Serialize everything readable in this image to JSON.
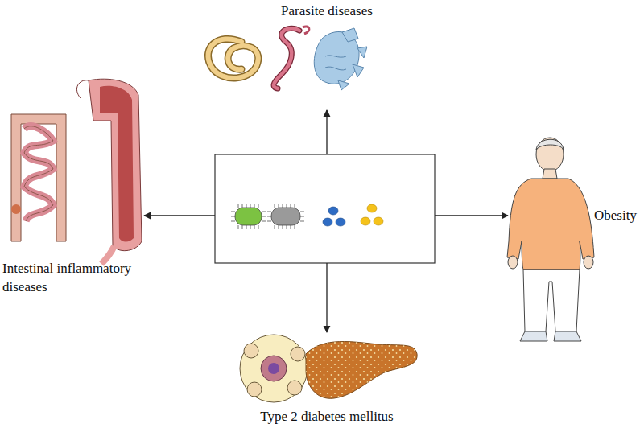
{
  "diagram": {
    "labels": [
      "Parasite diseases",
      "Obesity",
      "Intestinal inflammatory diseases",
      "Type 2 diabetes mellitus"
    ]
  }
}
